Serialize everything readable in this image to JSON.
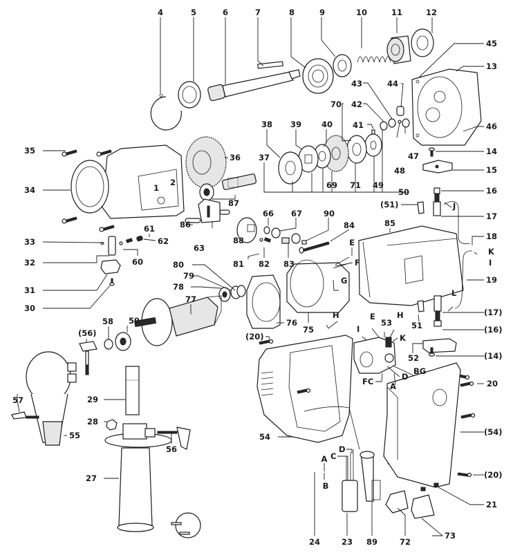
{
  "diagram": {
    "title": "Exploded parts view - electric drill",
    "background": "#ffffff",
    "line_color": "#1a1a1a",
    "callouts": [
      {
        "id": "c4",
        "text": "4"
      },
      {
        "id": "c5",
        "text": "5"
      },
      {
        "id": "c6",
        "text": "6"
      },
      {
        "id": "c7",
        "text": "7"
      },
      {
        "id": "c8",
        "text": "8"
      },
      {
        "id": "c9",
        "text": "9"
      },
      {
        "id": "c10",
        "text": "10"
      },
      {
        "id": "c11",
        "text": "11"
      },
      {
        "id": "c12",
        "text": "12"
      },
      {
        "id": "c45",
        "text": "45"
      },
      {
        "id": "c13",
        "text": "13"
      },
      {
        "id": "c44",
        "text": "44"
      },
      {
        "id": "c43",
        "text": "43"
      },
      {
        "id": "c42",
        "text": "42"
      },
      {
        "id": "c70",
        "text": "70"
      },
      {
        "id": "c41",
        "text": "41"
      },
      {
        "id": "c46",
        "text": "46"
      },
      {
        "id": "c38",
        "text": "38"
      },
      {
        "id": "c39",
        "text": "39"
      },
      {
        "id": "c40",
        "text": "40"
      },
      {
        "id": "c35",
        "text": "35"
      },
      {
        "id": "c36",
        "text": "36"
      },
      {
        "id": "c37",
        "text": "37"
      },
      {
        "id": "c69",
        "text": "69"
      },
      {
        "id": "c71",
        "text": "71"
      },
      {
        "id": "c49",
        "text": "49"
      },
      {
        "id": "c48",
        "text": "48"
      },
      {
        "id": "c47",
        "text": "47"
      },
      {
        "id": "c14",
        "text": "14"
      },
      {
        "id": "c15",
        "text": "15"
      },
      {
        "id": "c34",
        "text": "34"
      },
      {
        "id": "c50",
        "text": "50"
      },
      {
        "id": "c16",
        "text": "16"
      },
      {
        "id": "c51p",
        "text": "(51)"
      },
      {
        "id": "c87",
        "text": "87"
      },
      {
        "id": "cJ",
        "text": "J"
      },
      {
        "id": "c17",
        "text": "17"
      },
      {
        "id": "c86",
        "text": "86"
      },
      {
        "id": "c66",
        "text": "66"
      },
      {
        "id": "c67",
        "text": "67"
      },
      {
        "id": "c90",
        "text": "90"
      },
      {
        "id": "c61",
        "text": "61"
      },
      {
        "id": "c62",
        "text": "62"
      },
      {
        "id": "c63",
        "text": "63"
      },
      {
        "id": "c88",
        "text": "88"
      },
      {
        "id": "c84",
        "text": "84"
      },
      {
        "id": "c85",
        "text": "85"
      },
      {
        "id": "c18",
        "text": "18"
      },
      {
        "id": "c33",
        "text": "33"
      },
      {
        "id": "cE1",
        "text": "E"
      },
      {
        "id": "cK1",
        "text": "K"
      },
      {
        "id": "c32",
        "text": "32"
      },
      {
        "id": "c60",
        "text": "60"
      },
      {
        "id": "c81",
        "text": "81"
      },
      {
        "id": "c82",
        "text": "82"
      },
      {
        "id": "c83",
        "text": "83"
      },
      {
        "id": "cF1",
        "text": "F"
      },
      {
        "id": "cI1",
        "text": "I"
      },
      {
        "id": "c31",
        "text": "31"
      },
      {
        "id": "c80",
        "text": "80"
      },
      {
        "id": "c79",
        "text": "79"
      },
      {
        "id": "cG1",
        "text": "G"
      },
      {
        "id": "c19",
        "text": "19"
      },
      {
        "id": "c30",
        "text": "30"
      },
      {
        "id": "c78",
        "text": "78"
      },
      {
        "id": "c77",
        "text": "77"
      },
      {
        "id": "cL",
        "text": "L"
      },
      {
        "id": "c76",
        "text": "76"
      },
      {
        "id": "c75",
        "text": "75"
      },
      {
        "id": "cH1",
        "text": "H"
      },
      {
        "id": "c17p",
        "text": "(17)"
      },
      {
        "id": "c58",
        "text": "58"
      },
      {
        "id": "c59",
        "text": "59"
      },
      {
        "id": "c51",
        "text": "51"
      },
      {
        "id": "cE2",
        "text": "E"
      },
      {
        "id": "c53",
        "text": "53"
      },
      {
        "id": "cH2",
        "text": "H"
      },
      {
        "id": "c16p",
        "text": "(16)"
      },
      {
        "id": "c20p1",
        "text": "(20)"
      },
      {
        "id": "cI2",
        "text": "I"
      },
      {
        "id": "cK2",
        "text": "K"
      },
      {
        "id": "c56p",
        "text": "(56)"
      },
      {
        "id": "c52",
        "text": "52"
      },
      {
        "id": "c14p",
        "text": "(14)"
      },
      {
        "id": "cBG",
        "text": "BG"
      },
      {
        "id": "cFC",
        "text": "FC"
      },
      {
        "id": "cD1",
        "text": "D"
      },
      {
        "id": "cA1",
        "text": "A"
      },
      {
        "id": "c20",
        "text": "20"
      },
      {
        "id": "c29",
        "text": "29"
      },
      {
        "id": "c57",
        "text": "57"
      },
      {
        "id": "c28",
        "text": "28"
      },
      {
        "id": "c54p",
        "text": "(54)"
      },
      {
        "id": "c55",
        "text": "55"
      },
      {
        "id": "c56",
        "text": "56"
      },
      {
        "id": "c54",
        "text": "54"
      },
      {
        "id": "cD2",
        "text": "D"
      },
      {
        "id": "cC",
        "text": "C"
      },
      {
        "id": "cA2",
        "text": "A"
      },
      {
        "id": "c27",
        "text": "27"
      },
      {
        "id": "cB",
        "text": "B"
      },
      {
        "id": "c20p2",
        "text": "(20)"
      },
      {
        "id": "c21",
        "text": "21"
      },
      {
        "id": "c24",
        "text": "24"
      },
      {
        "id": "c23",
        "text": "23"
      },
      {
        "id": "c89",
        "text": "89"
      },
      {
        "id": "c72",
        "text": "72"
      },
      {
        "id": "c73",
        "text": "73"
      }
    ],
    "gear_labels": {
      "one": "1",
      "two": "2"
    }
  }
}
